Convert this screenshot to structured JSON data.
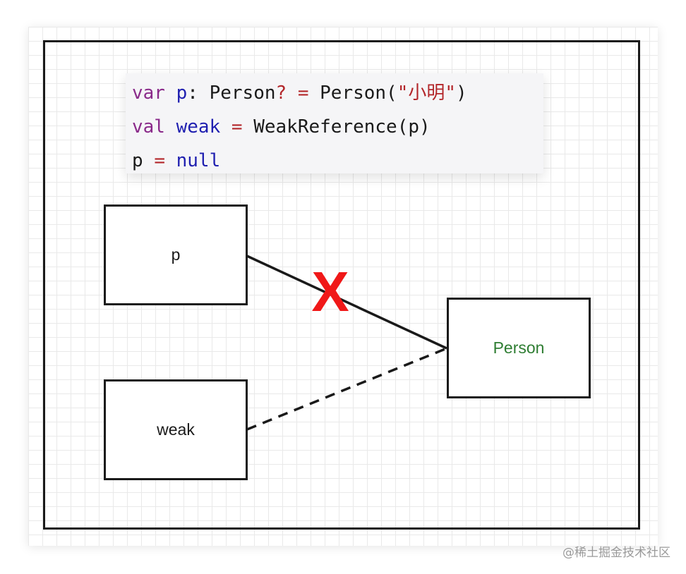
{
  "code": {
    "lines": [
      [
        {
          "text": "var",
          "cls": "kw"
        },
        {
          "text": " ",
          "cls": "plain"
        },
        {
          "text": "p",
          "cls": "ident"
        },
        {
          "text": ": Person",
          "cls": "plain"
        },
        {
          "text": "?",
          "cls": "op"
        },
        {
          "text": " ",
          "cls": "plain"
        },
        {
          "text": "=",
          "cls": "op"
        },
        {
          "text": " Person(",
          "cls": "plain"
        },
        {
          "text": "\"小明\"",
          "cls": "str"
        },
        {
          "text": ")",
          "cls": "plain"
        }
      ],
      [
        {
          "text": "val",
          "cls": "kw"
        },
        {
          "text": " ",
          "cls": "plain"
        },
        {
          "text": "weak",
          "cls": "ident"
        },
        {
          "text": " ",
          "cls": "plain"
        },
        {
          "text": "=",
          "cls": "op"
        },
        {
          "text": " WeakReference(p)",
          "cls": "plain"
        }
      ],
      [
        {
          "text": "p",
          "cls": "plain"
        },
        {
          "text": " ",
          "cls": "plain"
        },
        {
          "text": "=",
          "cls": "op"
        },
        {
          "text": " ",
          "cls": "plain"
        },
        {
          "text": "null",
          "cls": "kw2"
        }
      ]
    ]
  },
  "diagram": {
    "nodes": {
      "p": "p",
      "weak": "weak",
      "person": "Person"
    },
    "edges": [
      {
        "from": "p",
        "to": "person",
        "style": "solid",
        "broken": true
      },
      {
        "from": "weak",
        "to": "person",
        "style": "dashed",
        "broken": false
      }
    ],
    "broken_marker": "X"
  },
  "colors": {
    "person_label": "#2e7d32",
    "cross": "#f01818",
    "border": "#1a1a1a"
  },
  "watermark": "@稀土掘金技术社区"
}
